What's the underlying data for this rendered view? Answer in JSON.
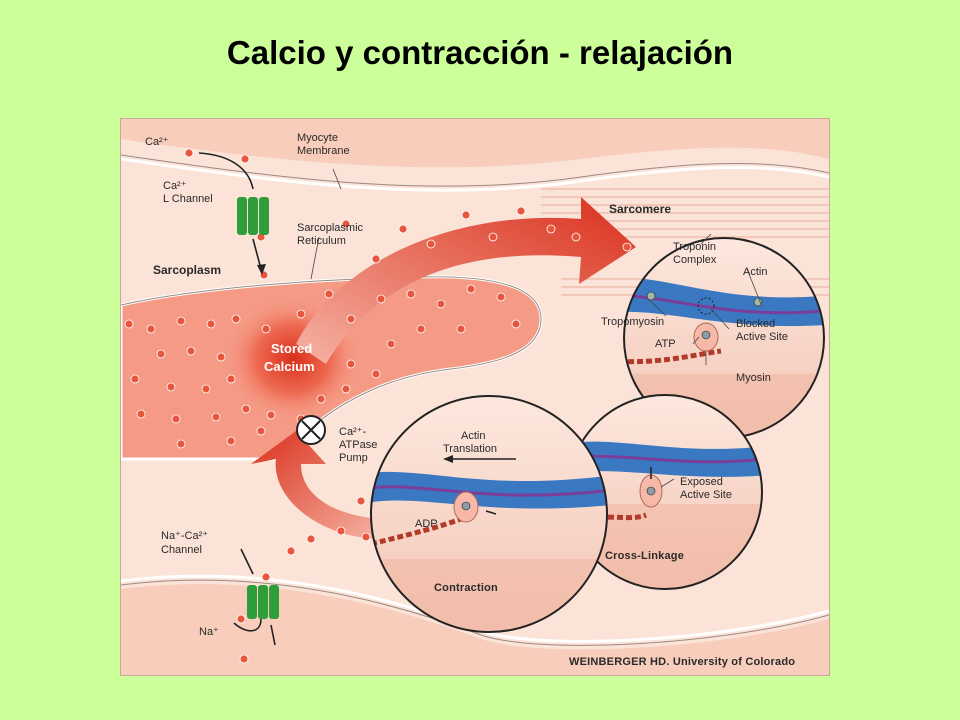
{
  "slide": {
    "title": "Calcio y contracción - relajación"
  },
  "diagram": {
    "labels": {
      "ca_top": "Ca²⁺",
      "ca_l_channel_1": "Ca²⁺",
      "ca_l_channel_2": "L Channel",
      "myocyte_membrane_1": "Myocyte",
      "myocyte_membrane_2": "Membrane",
      "sarcoplasmic_reticulum_1": "Sarcoplasmic",
      "sarcoplasmic_reticulum_2": "Reticulum",
      "sarcoplasm": "Sarcoplasm",
      "stored_calcium_1": "Stored",
      "stored_calcium_2": "Calcium",
      "atpase_pump_1": "Ca²⁺-",
      "atpase_pump_2": "ATPase",
      "atpase_pump_3": "Pump",
      "na_ca_channel_1": "Na⁺-Ca²⁺",
      "na_ca_channel_2": "Channel",
      "na": "Na⁺",
      "sarcomere": "Sarcomere",
      "troponin_complex_1": "Troponin",
      "troponin_complex_2": "Complex",
      "actin": "Actin",
      "tropomyosin": "Tropomyosin",
      "blocked_active_site_1": "Blocked",
      "blocked_active_site_2": "Active Site",
      "atp": "ATP",
      "myosin": "Myosin",
      "exposed_active_site_1": "Exposed",
      "exposed_active_site_2": "Active Site",
      "cross_linkage": "Cross-Linkage",
      "actin_translation_1": "Actin",
      "actin_translation_2": "Translation",
      "adp": "ADP",
      "contraction": "Contraction",
      "credit": "WEINBERGER HD. University of Colorado"
    },
    "colors": {
      "background": "#ccff99",
      "calcium_dot": "#e8563e",
      "reticulum": "#f59a85",
      "arrow": "#d9301c",
      "actin": "#3a78c2",
      "tropomyosin": "#7a3d9a",
      "channel": "#2f9e3a"
    }
  }
}
